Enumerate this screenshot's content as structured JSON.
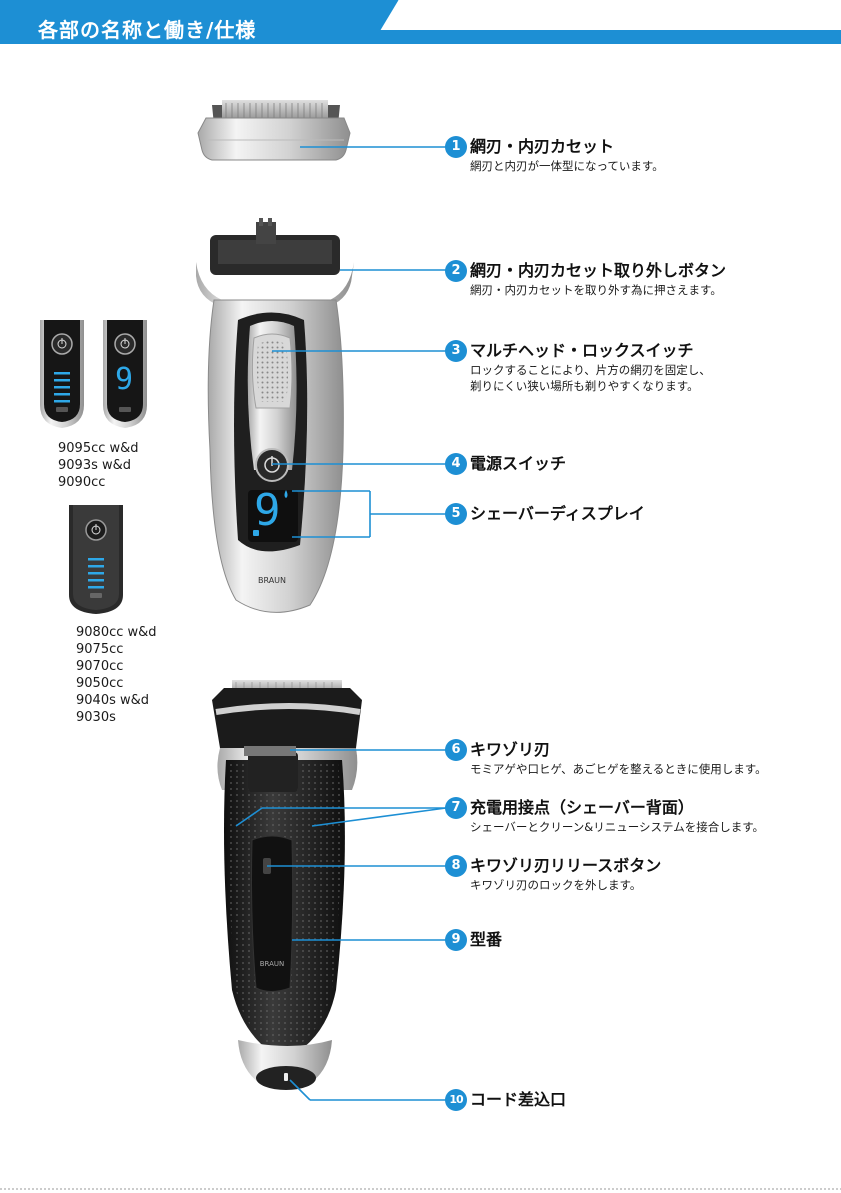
{
  "header": {
    "title": "各部の名称と働き/仕様",
    "colors": {
      "band": "#1d8fd4",
      "title_text": "#ffffff"
    }
  },
  "callouts": [
    {
      "number": "1",
      "title": "網刃・内刃カセット",
      "desc": [
        "網刃と内刃が一体型になっています。"
      ]
    },
    {
      "number": "2",
      "title": "網刃・内刃カセット取り外しボタン",
      "desc": [
        "網刃・内刃カセットを取り外す為に押さえます。"
      ]
    },
    {
      "number": "3",
      "title": "マルチヘッド・ロックスイッチ",
      "desc": [
        "ロックすることにより、片方の網刃を固定し、",
        "剃りにくい狭い場所も剃りやすくなります。"
      ]
    },
    {
      "number": "4",
      "title": "電源スイッチ",
      "desc": []
    },
    {
      "number": "5",
      "title": "シェーバーディスプレイ",
      "desc": []
    },
    {
      "number": "6",
      "title": "キワゾリ刃",
      "desc": [
        "モミアゲや口ヒゲ、あごヒゲを整えるときに使用します。"
      ]
    },
    {
      "number": "7",
      "title": "充電用接点（シェーバー背面）",
      "desc": [
        "シェーバーとクリーン&リニューシステムを接合します。"
      ]
    },
    {
      "number": "8",
      "title": "キワゾリ刃リリースボタン",
      "desc": [
        "キワゾリ刃のロックを外します。"
      ]
    },
    {
      "number": "9",
      "title": "型番",
      "desc": []
    },
    {
      "number": "10",
      "title": "コード差込口",
      "desc": []
    }
  ],
  "models": {
    "group_a": [
      "9095cc w&d",
      "9093s w&d",
      "9090cc"
    ],
    "group_b": [
      "9080cc w&d",
      "9075cc",
      "9070cc",
      "9050cc",
      "9040s w&d",
      "9030s"
    ]
  },
  "display": {
    "digit": "9"
  },
  "brand": {
    "logo": "BRAUN"
  },
  "icons": {
    "power": "power-icon",
    "water": "water-drop-icon",
    "lock": "lock-icon",
    "battery": "battery-level-icon"
  },
  "colors": {
    "accent": "#1d8fd4",
    "display_blue": "#2ea8e8",
    "shaver_dark": "#1e1e1e",
    "shaver_silver": "#c8c8c8"
  }
}
